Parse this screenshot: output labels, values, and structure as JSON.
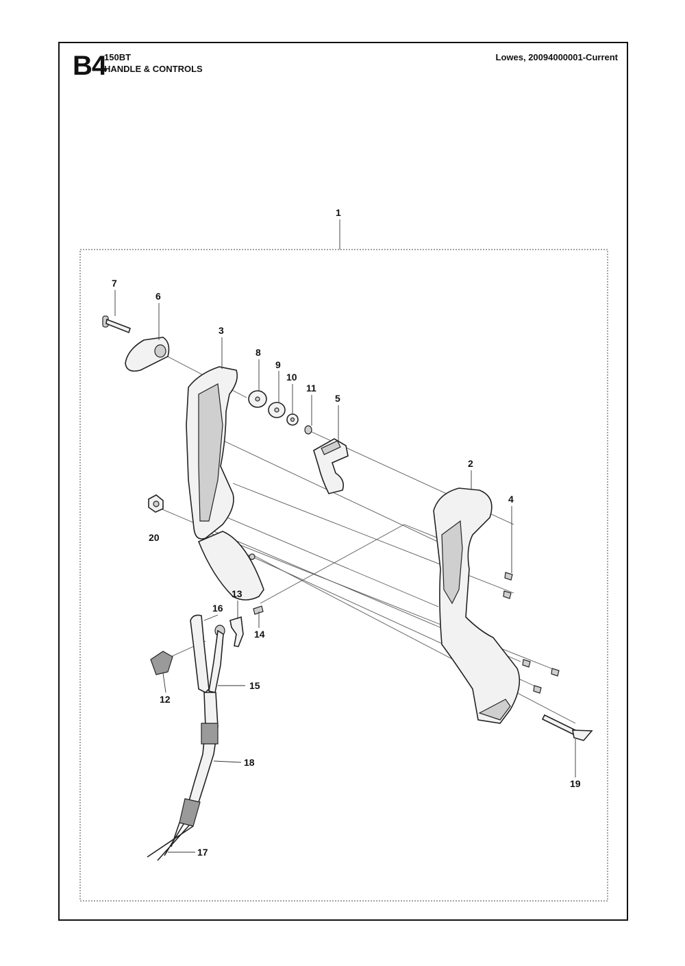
{
  "header": {
    "section_code": "B4",
    "model": "150BT",
    "section_title": "HANDLE & CONTROLS",
    "source": "Lowes, 20094000001-Current"
  },
  "callouts": [
    {
      "id": "c1",
      "label": "1"
    },
    {
      "id": "c2",
      "label": "2"
    },
    {
      "id": "c3",
      "label": "3"
    },
    {
      "id": "c4",
      "label": "4"
    },
    {
      "id": "c5",
      "label": "5"
    },
    {
      "id": "c6",
      "label": "6"
    },
    {
      "id": "c7",
      "label": "7"
    },
    {
      "id": "c8",
      "label": "8"
    },
    {
      "id": "c9",
      "label": "9"
    },
    {
      "id": "c10",
      "label": "10"
    },
    {
      "id": "c11",
      "label": "11"
    },
    {
      "id": "c12",
      "label": "12"
    },
    {
      "id": "c13",
      "label": "13"
    },
    {
      "id": "c14",
      "label": "14"
    },
    {
      "id": "c15",
      "label": "15"
    },
    {
      "id": "c16",
      "label": "16"
    },
    {
      "id": "c17",
      "label": "17"
    },
    {
      "id": "c18",
      "label": "18"
    },
    {
      "id": "c19",
      "label": "19"
    },
    {
      "id": "c20",
      "label": "20"
    }
  ]
}
